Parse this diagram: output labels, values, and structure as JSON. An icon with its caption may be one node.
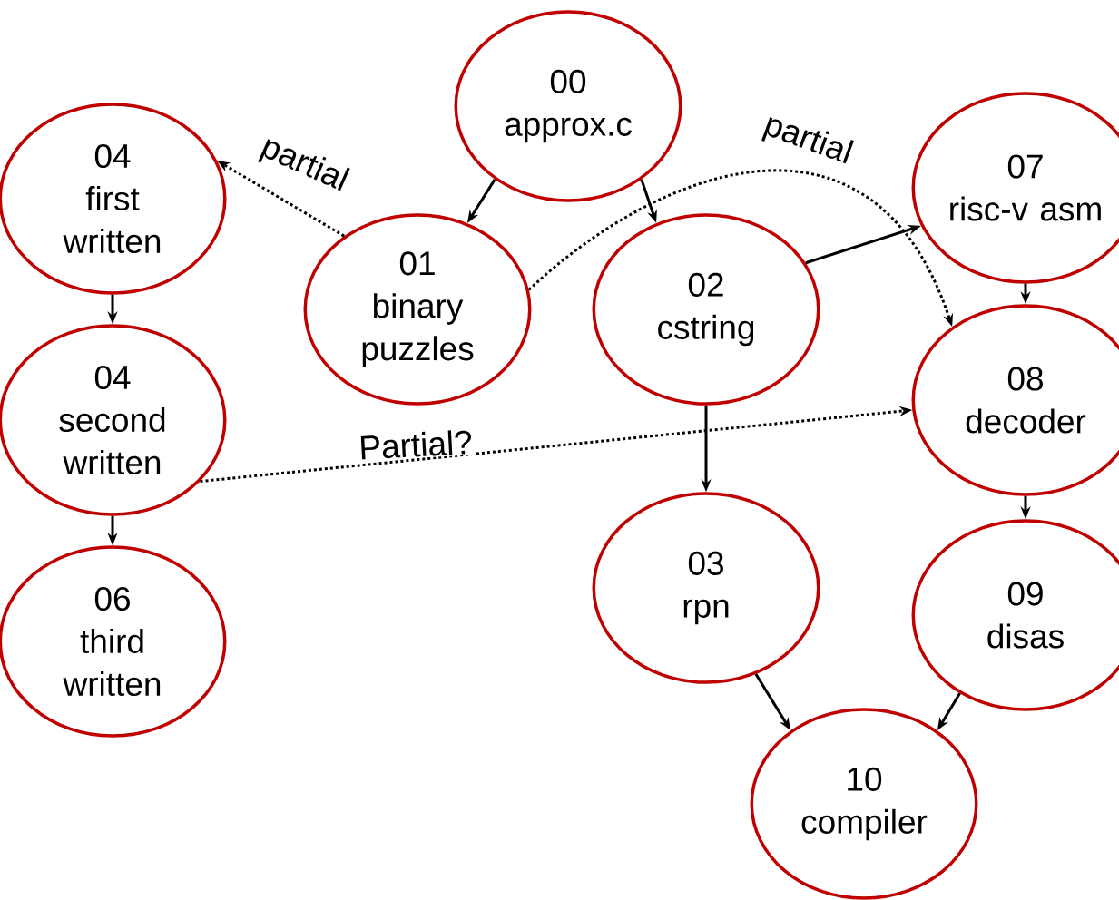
{
  "diagram": {
    "nodes": [
      {
        "text": [
          "00",
          "approx.c"
        ]
      },
      {
        "text": [
          "01",
          "binary puzzles"
        ]
      },
      {
        "text": [
          "02",
          "cstring"
        ]
      },
      {
        "text": [
          "03",
          "rpn"
        ]
      },
      {
        "text": [
          "04",
          "first written"
        ]
      },
      {
        "text": [
          "04",
          "second written"
        ]
      },
      {
        "text": [
          "06",
          "third written"
        ]
      },
      {
        "text": [
          "07",
          "risc-v asm"
        ]
      },
      {
        "text": [
          "08",
          "decoder"
        ]
      },
      {
        "text": [
          "09",
          "disas"
        ]
      },
      {
        "text": [
          "10",
          "compiler"
        ]
      }
    ],
    "edges": [
      {
        "from": 0,
        "to": 1,
        "arrow": "to"
      },
      {
        "from": 0,
        "to": 2,
        "arrow": "to"
      },
      {
        "from": 1,
        "to": 4,
        "arrow": "to",
        "label": "partial",
        "style": "dashed"
      },
      {
        "from": 1,
        "to": 8,
        "arrow": "to",
        "label": "partial",
        "style": "dashed"
      },
      {
        "from": 2,
        "to": 7,
        "arrow": "to"
      },
      {
        "from": 2,
        "to": 3,
        "arrow": "to"
      },
      {
        "from": 4,
        "to": 5,
        "arrow": "to"
      },
      {
        "from": 5,
        "to": 6,
        "arrow": "to"
      },
      {
        "from": 5,
        "to": 8,
        "arrow": "to",
        "label": "Partial?",
        "style": "dashed"
      },
      {
        "from": 7,
        "to": 8,
        "arrow": "to"
      },
      {
        "from": 8,
        "to": 9,
        "arrow": "to"
      },
      {
        "from": 9,
        "to": 10,
        "arrow": "to"
      },
      {
        "from": 3,
        "to": 10,
        "arrow": "to"
      }
    ]
  }
}
